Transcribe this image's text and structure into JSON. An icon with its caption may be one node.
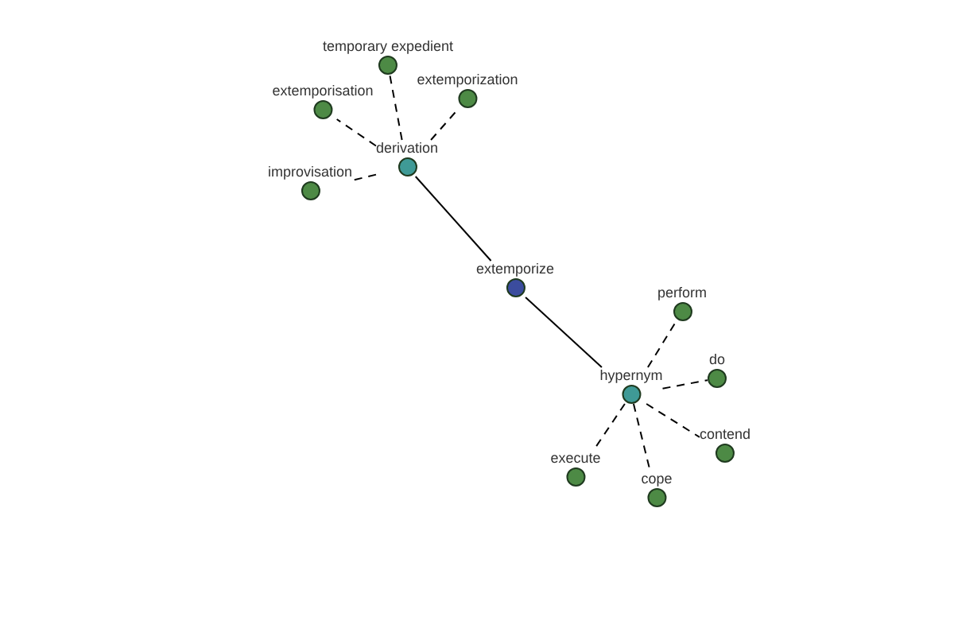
{
  "diagram": {
    "nodes": [
      {
        "text": [
          "extemporize"
        ]
      },
      {
        "text": [
          "derivation"
        ]
      },
      {
        "text": [
          "hypernym"
        ]
      },
      {
        "text": [
          "temporary expedient"
        ]
      },
      {
        "text": [
          "extemporisation"
        ]
      },
      {
        "text": [
          "extemporization"
        ]
      },
      {
        "text": [
          "improvisation"
        ]
      },
      {
        "text": [
          "perform"
        ]
      },
      {
        "text": [
          "do"
        ]
      },
      {
        "text": [
          "contend"
        ]
      },
      {
        "text": [
          "execute"
        ]
      },
      {
        "text": [
          "cope"
        ]
      }
    ],
    "edges": [
      {
        "from": 0,
        "to": 1,
        "arrow": "none"
      },
      {
        "from": 0,
        "to": 2,
        "arrow": "none"
      },
      {
        "from": 1,
        "to": 3,
        "arrow": "none",
        "style": "dashed"
      },
      {
        "from": 1,
        "to": 4,
        "arrow": "none",
        "style": "dashed"
      },
      {
        "from": 1,
        "to": 5,
        "arrow": "none",
        "style": "dashed"
      },
      {
        "from": 1,
        "to": 6,
        "arrow": "none",
        "style": "dashed"
      },
      {
        "from": 2,
        "to": 7,
        "arrow": "none",
        "style": "dashed"
      },
      {
        "from": 2,
        "to": 8,
        "arrow": "none",
        "style": "dashed"
      },
      {
        "from": 2,
        "to": 9,
        "arrow": "none",
        "style": "dashed"
      },
      {
        "from": 2,
        "to": 10,
        "arrow": "none",
        "style": "dashed"
      },
      {
        "from": 2,
        "to": 11,
        "arrow": "none",
        "style": "dashed"
      }
    ]
  }
}
